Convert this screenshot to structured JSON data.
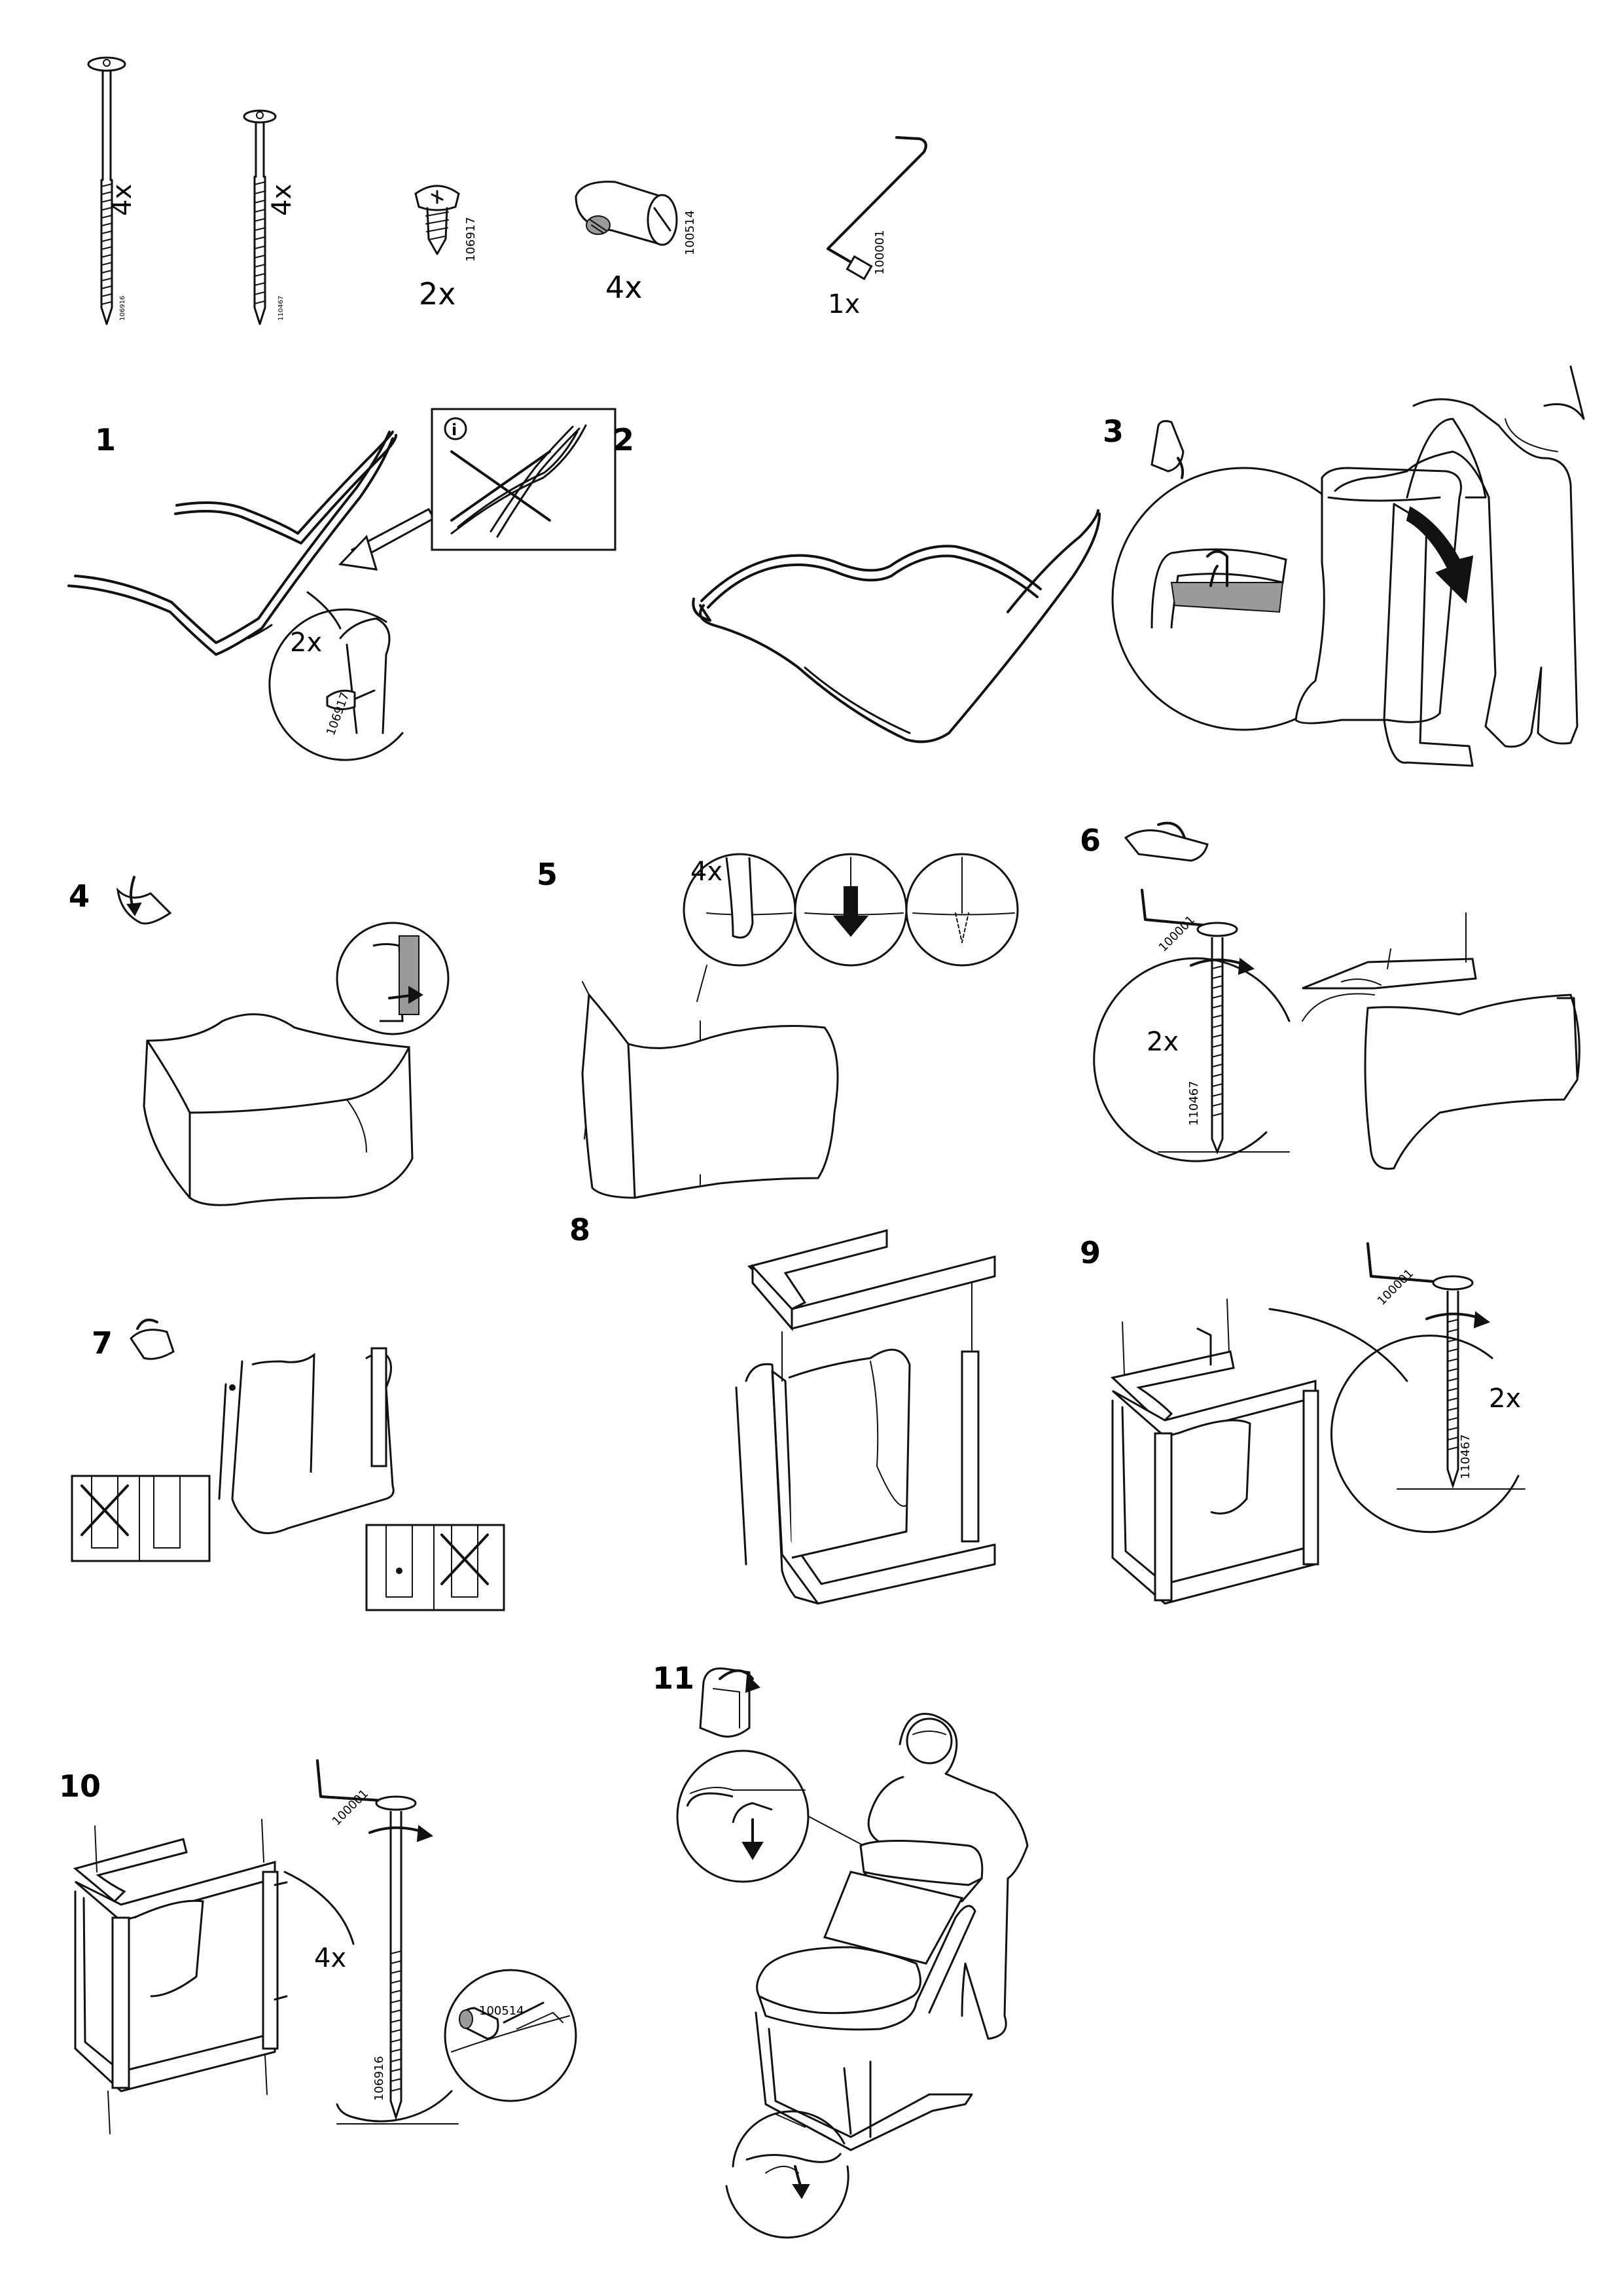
{
  "parts": [
    {
      "code": "106916",
      "qty": "4x",
      "icon": "long-bolt-icon"
    },
    {
      "code": "110467",
      "qty": "4x",
      "icon": "long-bolt-icon"
    },
    {
      "code": "106917",
      "qty": "2x",
      "icon": "screw-icon"
    },
    {
      "code": "100514",
      "qty": "4x",
      "icon": "barrel-nut-icon"
    },
    {
      "code": "100001",
      "qty": "1x",
      "icon": "allen-key-icon"
    }
  ],
  "steps": [
    {
      "number": "1",
      "qty": "2x",
      "code": "106917"
    },
    {
      "number": "2"
    },
    {
      "number": "3"
    },
    {
      "number": "4"
    },
    {
      "number": "5",
      "qty": "4x"
    },
    {
      "number": "6",
      "qty": "2x",
      "key_code": "100001",
      "bolt_code": "110467"
    },
    {
      "number": "7"
    },
    {
      "number": "8"
    },
    {
      "number": "9",
      "qty": "2x",
      "key_code": "100001",
      "bolt_code": "110467"
    },
    {
      "number": "10",
      "qty": "4x",
      "key_code": "100001",
      "bolt_code": "106916",
      "nut_code": "100514"
    },
    {
      "number": "11"
    }
  ]
}
